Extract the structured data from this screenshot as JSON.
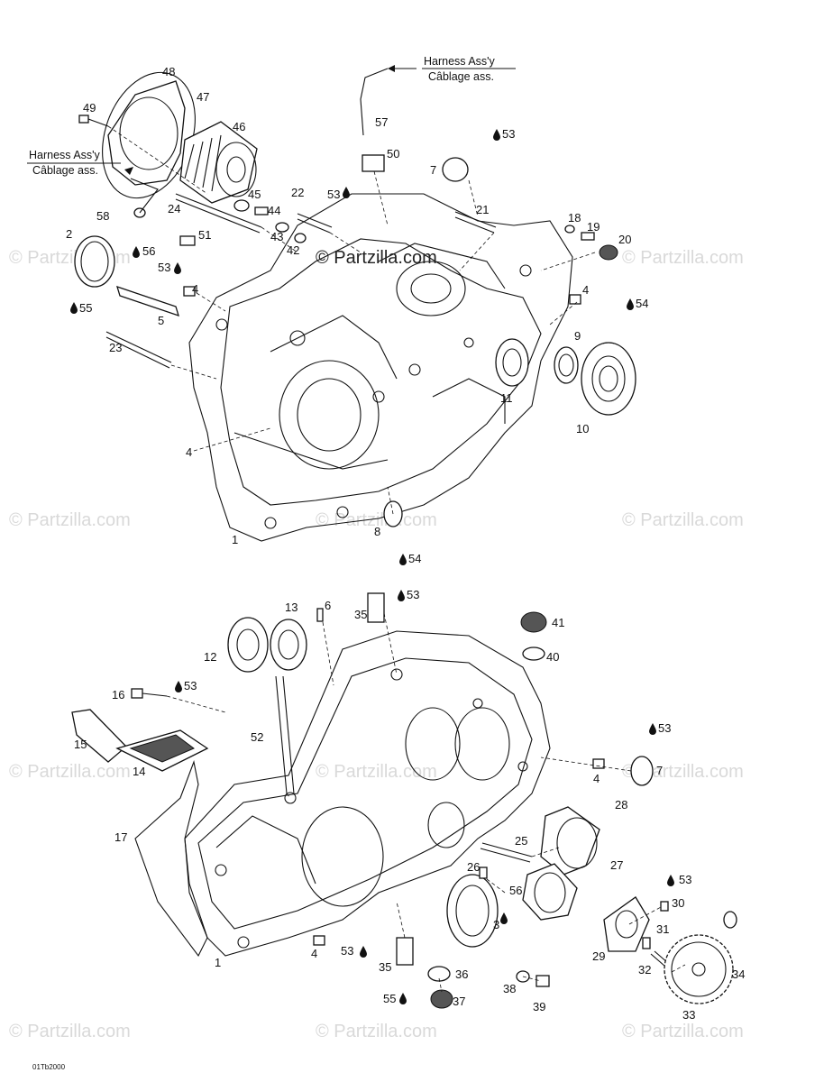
{
  "diagram_code": "01Tb2000",
  "brand": "© Partzilla.com",
  "watermark_text": "© Partzilla.com",
  "harness_top": {
    "line1": "Harness Ass'y",
    "line2": "Câblage ass."
  },
  "harness_left": {
    "line1": "Harness Ass'y",
    "line2": "Câblage ass."
  },
  "top_callouts": [
    "48",
    "47",
    "49",
    "46",
    "45",
    "44",
    "43",
    "42",
    "24",
    "22",
    "21",
    "18",
    "19",
    "20",
    "57",
    "50",
    "53",
    "7",
    "53",
    "58",
    "51",
    "53",
    "2",
    "56",
    "55",
    "4",
    "5",
    "23",
    "4",
    "54",
    "9",
    "11",
    "10",
    "4",
    "1",
    "8",
    "54"
  ],
  "bottom_callouts": [
    "6",
    "13",
    "35",
    "53",
    "41",
    "12",
    "40",
    "16",
    "53",
    "15",
    "14",
    "52",
    "53",
    "7",
    "4",
    "28",
    "17",
    "25",
    "27",
    "26",
    "56",
    "3",
    "53",
    "30",
    "31",
    "29",
    "32",
    "1",
    "4",
    "53",
    "35",
    "36",
    "38",
    "39",
    "55",
    "37",
    "34",
    "33"
  ]
}
